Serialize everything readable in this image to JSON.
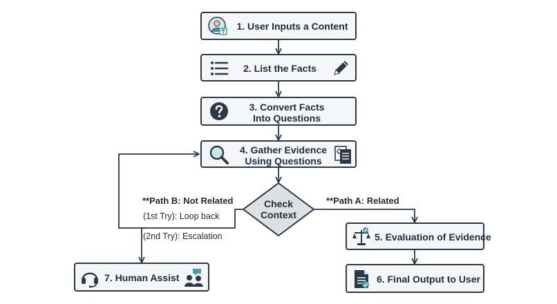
{
  "steps": {
    "input": {
      "label": "1. User Inputs a Content"
    },
    "facts": {
      "label": "2. List the Facts"
    },
    "convert": {
      "line1": "3. Convert Facts",
      "line2": "Into Questions"
    },
    "gather": {
      "line1": "4. Gather Evidence",
      "line2": "Using Questions"
    },
    "evaluate": {
      "label": "5. Evaluation of Evidence"
    },
    "output": {
      "label": "6. Final Output to User"
    },
    "human": {
      "label": "7. Human Assist"
    }
  },
  "decision": {
    "line1": "Check",
    "line2": "Context"
  },
  "paths": {
    "b": {
      "label": "**Path B: Not Related",
      "try1": "(1st Try): Loop back",
      "try2": "(2nd Try): Escalation"
    },
    "a": {
      "label": "**Path A: Related"
    }
  },
  "icons": {
    "input": "user-upload-icon",
    "facts": "list-icon",
    "facts_secondary": "pencil-icon",
    "convert": "question-mark-icon",
    "gather": "magnifier-icon",
    "gather_secondary": "documents-icon",
    "evaluate": "scales-icon",
    "output": "document-check-icon",
    "human": "headset-icon",
    "human_secondary": "people-chat-icon"
  },
  "colors": {
    "border": "#2b3846",
    "fill": "#f4f6f8",
    "accent": "#4a9ab0",
    "icon": "#2b3846"
  }
}
